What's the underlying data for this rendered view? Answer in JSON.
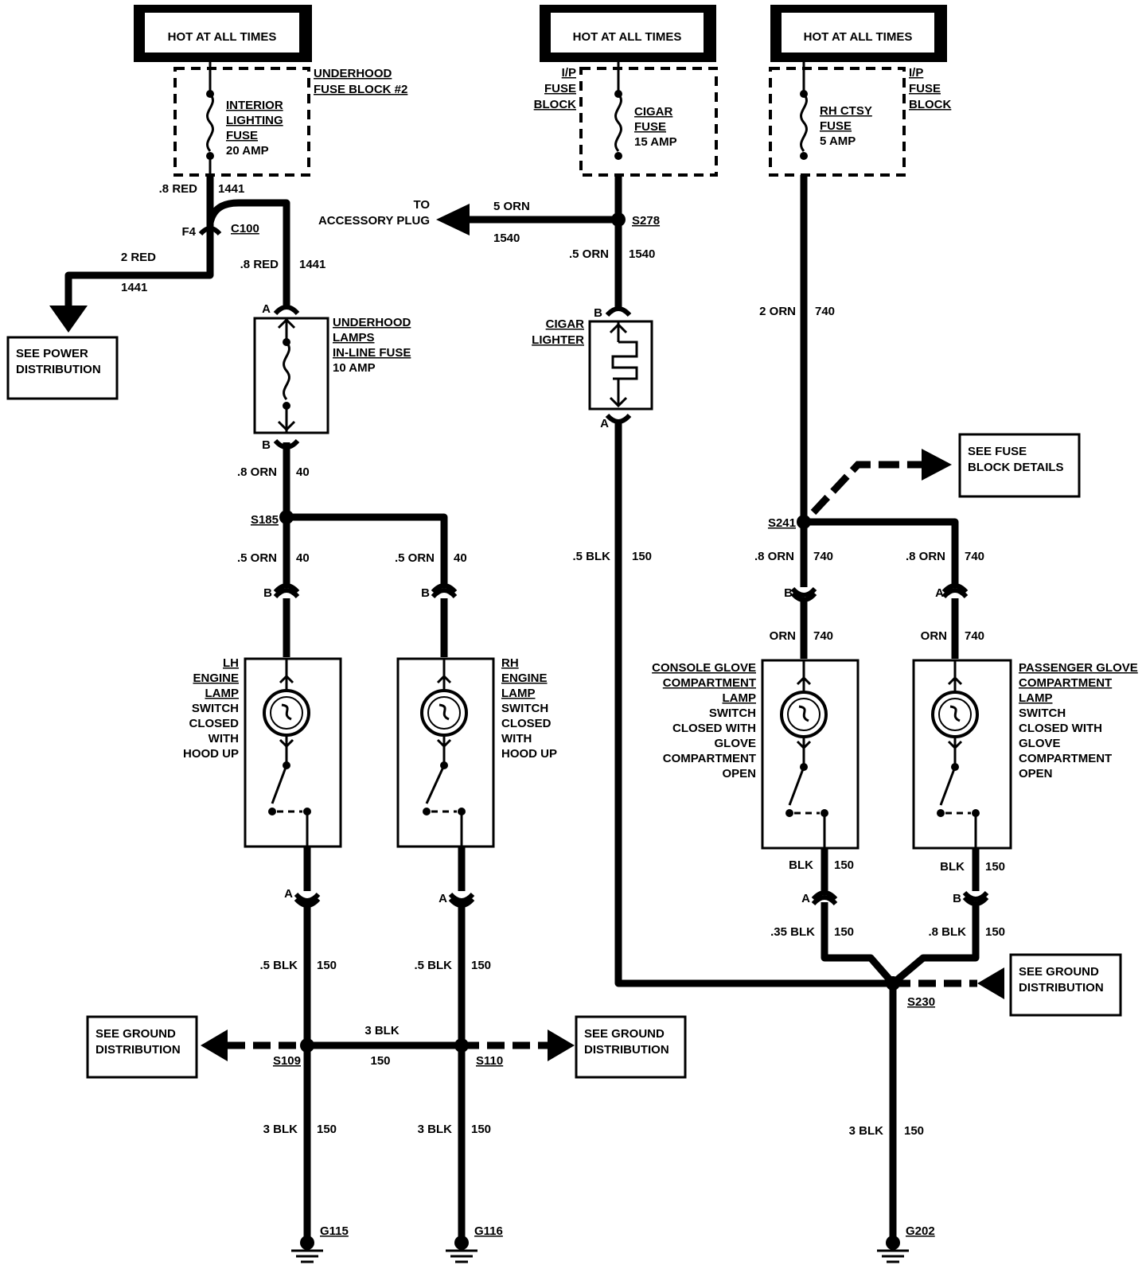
{
  "hot_boxes": [
    {
      "label": "HOT AT ALL TIMES"
    },
    {
      "label": "HOT AT ALL TIMES"
    },
    {
      "label": "HOT AT ALL TIMES"
    }
  ],
  "fuse_blocks": {
    "underhood": [
      "UNDERHOOD",
      "FUSE BLOCK #2"
    ],
    "ip1": [
      "I/P",
      "FUSE",
      "BLOCK"
    ],
    "ip2": [
      "I/P",
      "FUSE",
      "BLOCK"
    ]
  },
  "fuses": {
    "interior": [
      "INTERIOR",
      "LIGHTING",
      "FUSE",
      "20 AMP"
    ],
    "cigar": [
      "CIGAR",
      "FUSE",
      "15 AMP"
    ],
    "rhctsy": [
      "RH CTSY",
      "FUSE",
      "5 AMP"
    ],
    "inline": [
      "UNDERHOOD",
      "LAMPS",
      "IN-LINE FUSE",
      "10 AMP"
    ]
  },
  "connectors": {
    "f4": "F4",
    "c100": "C100",
    "pinA": "A",
    "pinB": "B"
  },
  "splices": {
    "s278": "S278",
    "s185": "S185",
    "s241": "S241",
    "s230": "S230",
    "s109": "S109",
    "s110": "S110"
  },
  "grounds": {
    "g115": "G115",
    "g116": "G116",
    "g202": "G202"
  },
  "wires": {
    "w_8red": ".8 RED",
    "c1441": "1441",
    "w_2red": "2 RED",
    "w_5orn_top": "5 ORN",
    "c1540": "1540",
    "w_05orn": ".5 ORN",
    "w_8orn": ".8 ORN",
    "c40": "40",
    "w_2orn": "2 ORN",
    "c740": "740",
    "w_orn": "ORN",
    "w_05blk": ".5 BLK",
    "c150": "150",
    "w_blk": "BLK",
    "w_35blk": ".35 BLK",
    "w_8blk": ".8 BLK",
    "w_3blk": "3 BLK"
  },
  "refs": {
    "accessory": [
      "TO",
      "ACCESSORY PLUG"
    ],
    "power": [
      "SEE POWER",
      "DISTRIBUTION"
    ],
    "fuse_details": [
      "SEE FUSE",
      "BLOCK DETAILS"
    ],
    "ground": [
      "SEE GROUND",
      "DISTRIBUTION"
    ]
  },
  "components": {
    "cigar_lighter": [
      "CIGAR",
      "LIGHTER"
    ],
    "lh_switch": [
      "LH",
      "ENGINE",
      "LAMP",
      "SWITCH",
      "CLOSED",
      "WITH",
      "HOOD UP"
    ],
    "rh_switch": [
      "RH",
      "ENGINE",
      "LAMP",
      "SWITCH",
      "CLOSED",
      "WITH",
      "HOOD UP"
    ],
    "console_switch": [
      "CONSOLE GLOVE",
      "COMPARTMENT",
      "LAMP",
      "SWITCH",
      "CLOSED WITH",
      "GLOVE",
      "COMPARTMENT",
      "OPEN"
    ],
    "passenger_switch": [
      "PASSENGER GLOVE",
      "COMPARTMENT",
      "LAMP",
      "SWITCH",
      "CLOSED WITH",
      "GLOVE",
      "COMPARTMENT",
      "OPEN"
    ]
  }
}
